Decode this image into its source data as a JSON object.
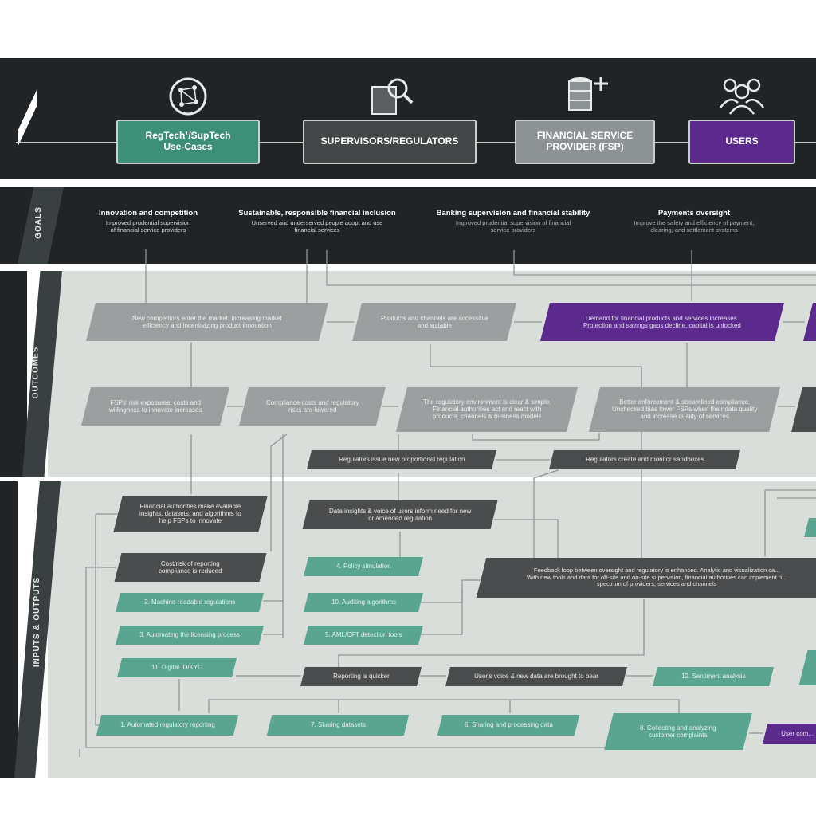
{
  "top": {
    "nodes": [
      {
        "id": "regtech",
        "label": "RegTech¹/SupTech\nUse-Cases",
        "icon": "network-globe-icon",
        "color": "#3e8f78"
      },
      {
        "id": "supervisors",
        "label": "SUPERVISORS/REGULATORS",
        "icon": "document-search-icon",
        "color": "#444748"
      },
      {
        "id": "fsp",
        "label": "FINANCIAL SERVICE\nPROVIDER (FSP)",
        "icon": "database-plus-icon",
        "color": "#8d9294"
      },
      {
        "id": "users",
        "label": "USERS",
        "icon": "users-group-icon",
        "color": "#5b2a8c"
      }
    ]
  },
  "sections": {
    "goals": "GOALS",
    "outcomes": "OUTCOMES",
    "inputs": "INPUTS & OUTPUTS"
  },
  "goals": [
    {
      "title": "Innovation and competition",
      "desc": "Improved prudential supervision\nof financial service providers"
    },
    {
      "title": "Sustainable, responsible financial inclusion",
      "desc": "Unserved and underserved people adopt and use\nfinancial services"
    },
    {
      "title": "Banking supervision and financial stability",
      "desc": "Improved prudential supervision of financial\nservice providers"
    },
    {
      "title": "Payments oversight",
      "desc": "Improve the safety and efficiency of payment,\nclearing, and settlement systems"
    }
  ],
  "outcomes": {
    "row1": [
      "New competitors enter the market, increasing market\nefficiency and incentivizing product innovation",
      "Products and channels are accessible\nand suitable",
      "Demand for financial products and services increases.\nProtection and savings gaps decline, capital is unlocked"
    ],
    "row2": [
      "FSPs' risk exposures, costs and\nwillingness to innovate increases",
      "Compliance costs and regulatory\nrisks are lowered",
      "The regulatory environment is clear & simple.\nFinancial authorities act and react with\nproducts, channels & business models",
      "Better enforcement & streamlined compliance.\nUnchecked bias lower FSPs when their data quality\nand increase quality of services"
    ],
    "row3": [
      "Regulators issue new proportional regulation",
      "Regulators create and monitor sandboxes"
    ]
  },
  "io": {
    "dark": [
      "Financial authorities make available\ninsights, datasets, and algorithms to\nhelp FSPs to innovate",
      "Cost/risk of reporting\ncompliance is reduced",
      "Data insights & voice of users inform need for new\nor amended regulation",
      "Feedback loop between oversight and regulatory is enhanced. Analytic and visualization ca...\nWith new tools and data for off-site and on-site supervision, financial authorities can implement ri...\nspectrum of providers, services and channels",
      "Reporting is quicker",
      "User's voice & new data are brought to bear"
    ],
    "teal": [
      "2. Machine-readable regulations",
      "3. Automating the licensing process",
      "11. Digital ID/KYC",
      "4. Policy simulation",
      "10. Auditing algorithms",
      "5. AML/CFT detection tools",
      "12. Sentiment analysis",
      "1. Automated regulatory reporting",
      "7. Sharing datasets",
      "6. Sharing and processing data",
      "8. Collecting and analyzing\ncustomer complaints"
    ],
    "purple": [
      "User com..."
    ]
  }
}
